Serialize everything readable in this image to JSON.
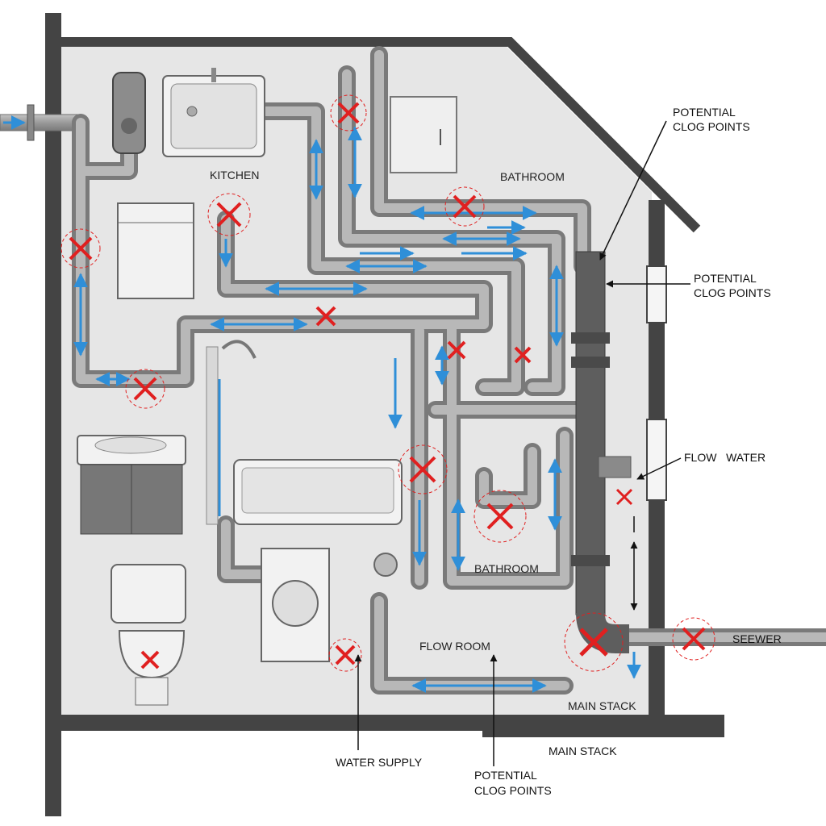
{
  "labels": {
    "kitchen": "KITCHEN",
    "bathroom_top": "BATHROOM",
    "bathroom_lower": "BATHROOM",
    "flow_room": "FLOW ROOM",
    "main_stack_inside": "MAIN STACK",
    "main_stack_outside": "MAIN STACK",
    "sewer": "SEEWER",
    "water_supply": "WATER SUPPLY",
    "clog_top_line1": "POTENTIAL",
    "clog_top_line2": "CLOG POINTS",
    "clog_mid_line1": "POTENTIAL",
    "clog_mid_line2": "CLOG POINTS",
    "clog_bottom_line1": "POTENTIAL",
    "clog_bottom_line2": "CLOG POINTS",
    "flow_water": "FLOW   WATER"
  },
  "colors": {
    "wall": "#444444",
    "floor": "#e6e6e6",
    "pipe": "#9a9a9a",
    "pipe_edge": "#6f6f6f",
    "stack": "#5e5e5e",
    "flow_arrow": "#2f8fd8",
    "clog_mark": "#e02020",
    "fixture": "#f2f2f2"
  },
  "icons": {
    "clog": "x-mark-icon",
    "flow": "double-arrow-icon"
  }
}
